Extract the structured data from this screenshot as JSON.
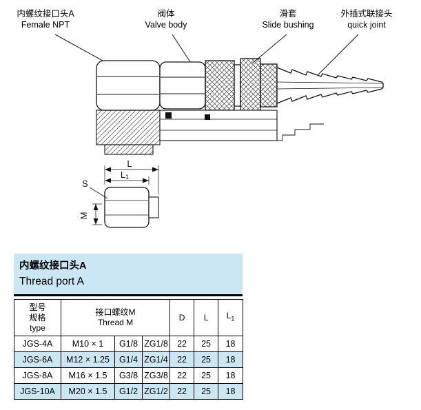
{
  "callouts": [
    {
      "zh": "内螺纹接口头A",
      "en": "Female NPT"
    },
    {
      "zh": "阀体",
      "en": "Valve body"
    },
    {
      "zh": "滑套",
      "en": "Slide bushing"
    },
    {
      "zh": "外插式联接头",
      "en": "quick joint"
    }
  ],
  "dims": {
    "l": "L",
    "sub1": "1",
    "s": "S",
    "m": "M"
  },
  "table": {
    "accent_color": "#cbe7f3",
    "title_zh": "内螺纹接口头A",
    "title_en": "Thread port A",
    "header": {
      "type_zh1": "型号",
      "type_zh2": "规格",
      "type_en": "type",
      "thread_zh": "接口螺纹M",
      "thread_en": "Thread M",
      "d": "D",
      "l": "L",
      "l1": "L",
      "l1_sub": "1"
    },
    "rows": [
      {
        "type": "JGS-4A",
        "m": "M10 × 1",
        "g": "G1/8",
        "zg": "ZG1/8",
        "d": "22",
        "l": "25",
        "l1": "18"
      },
      {
        "type": "JGS-6A",
        "m": "M12 × 1.25",
        "g": "G1/4",
        "zg": "ZG1/4",
        "d": "22",
        "l": "25",
        "l1": "18"
      },
      {
        "type": "JGS-8A",
        "m": "M16 × 1.5",
        "g": "G3/8",
        "zg": "ZG3/8",
        "d": "22",
        "l": "25",
        "l1": "18"
      },
      {
        "type": "JGS-10A",
        "m": "M20 × 1.5",
        "g": "G1/2",
        "zg": "ZG1/2",
        "d": "22",
        "l": "25",
        "l1": "18"
      }
    ]
  }
}
